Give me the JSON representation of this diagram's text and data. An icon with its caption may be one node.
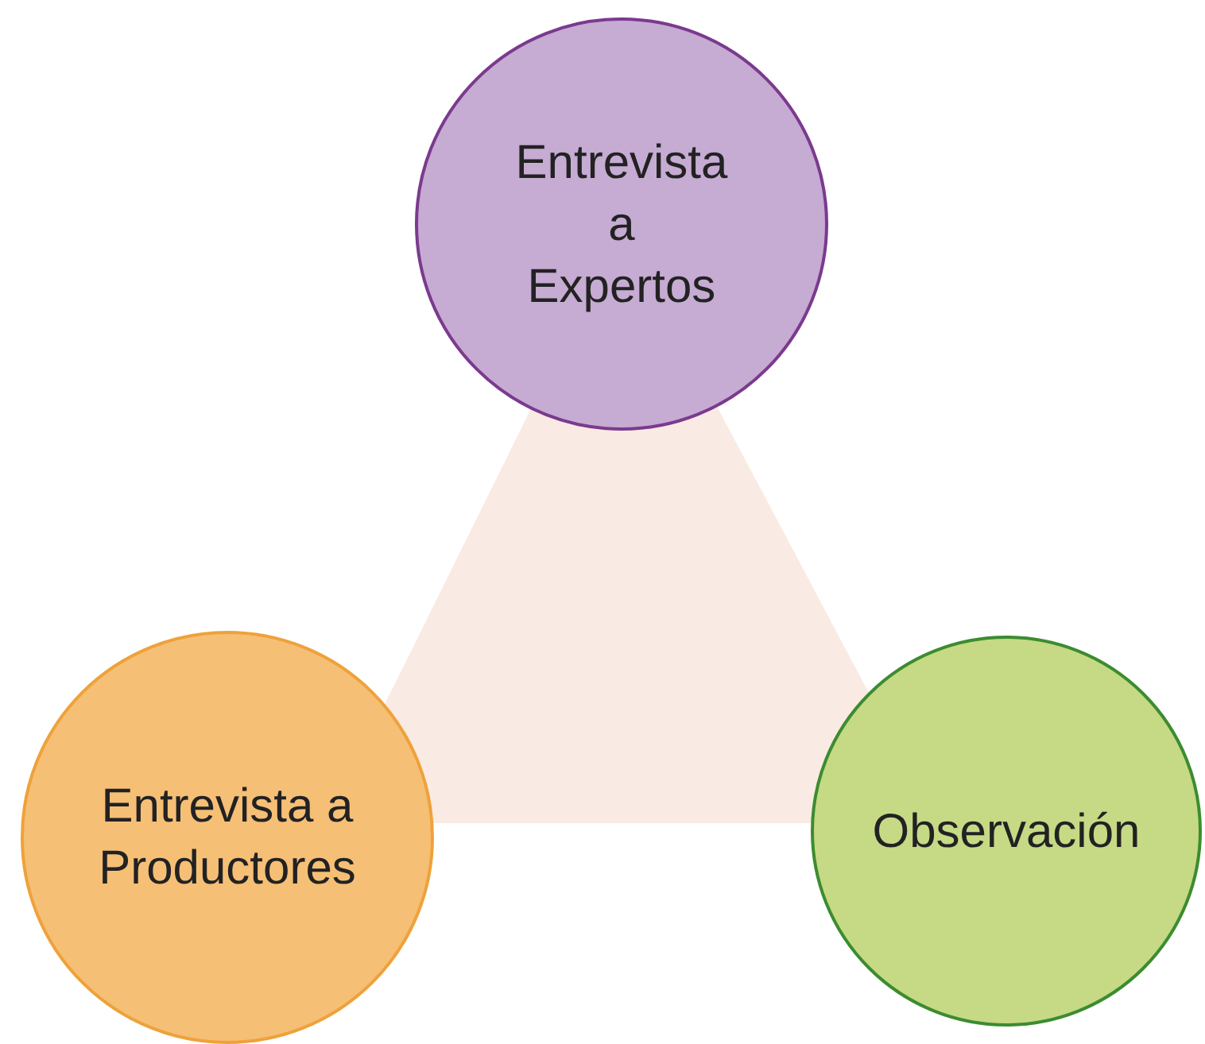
{
  "diagram": {
    "nodes": [
      {
        "text": [
          "Entrevista a Expertos"
        ]
      },
      {
        "text": [
          "Entrevista a Productores"
        ]
      },
      {
        "text": [
          "Observación"
        ]
      }
    ]
  }
}
